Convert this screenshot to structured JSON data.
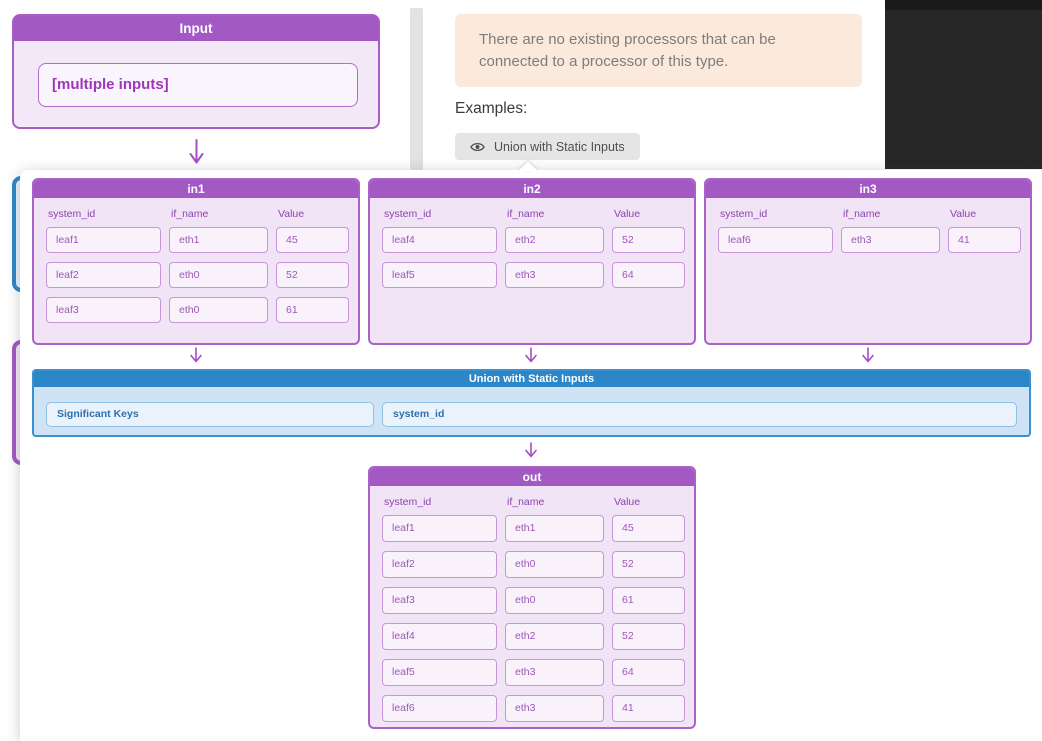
{
  "colors": {
    "accent_purple": "#a259c4",
    "accent_blue": "#2b87c8",
    "notice_bg": "#fbe9dc",
    "cell_text_purple": "#9b59b6",
    "field_text_blue": "#2d6fb0"
  },
  "background": {
    "input_card": {
      "title": "Input",
      "value": "[multiple inputs]"
    },
    "notice_text": "There are no existing processors that can be connected to a processor of this type.",
    "examples_label": "Examples:",
    "example_button_label": "Union with Static Inputs"
  },
  "popup": {
    "tables": [
      {
        "title": "in1",
        "columns": [
          "system_id",
          "if_name",
          "Value"
        ],
        "rows": [
          [
            "leaf1",
            "eth1",
            "45"
          ],
          [
            "leaf2",
            "eth0",
            "52"
          ],
          [
            "leaf3",
            "eth0",
            "61"
          ]
        ]
      },
      {
        "title": "in2",
        "columns": [
          "system_id",
          "if_name",
          "Value"
        ],
        "rows": [
          [
            "leaf4",
            "eth2",
            "52"
          ],
          [
            "leaf5",
            "eth3",
            "64"
          ]
        ]
      },
      {
        "title": "in3",
        "columns": [
          "system_id",
          "if_name",
          "Value"
        ],
        "rows": [
          [
            "leaf6",
            "eth3",
            "41"
          ]
        ]
      }
    ],
    "processor": {
      "title": "Union with Static Inputs",
      "significant_keys_label": "Significant Keys",
      "significant_keys_value": "system_id"
    },
    "output_table": {
      "title": "out",
      "columns": [
        "system_id",
        "if_name",
        "Value"
      ],
      "rows": [
        [
          "leaf1",
          "eth1",
          "45"
        ],
        [
          "leaf2",
          "eth0",
          "52"
        ],
        [
          "leaf3",
          "eth0",
          "61"
        ],
        [
          "leaf4",
          "eth2",
          "52"
        ],
        [
          "leaf5",
          "eth3",
          "64"
        ],
        [
          "leaf6",
          "eth3",
          "41"
        ]
      ]
    }
  }
}
